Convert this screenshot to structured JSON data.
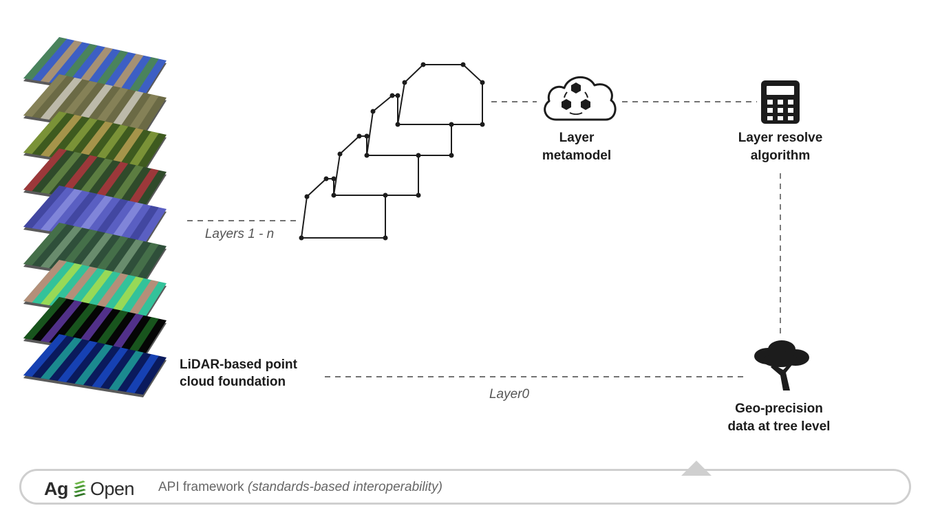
{
  "labels": {
    "layers": "Layers 1 - n",
    "lidar_line1": "LiDAR-based point",
    "lidar_line2": "cloud foundation",
    "layer0": "Layer0",
    "metamodel_line1": "Layer",
    "metamodel_line2": "metamodel",
    "algorithm_line1": "Layer resolve",
    "algorithm_line2": "algorithm",
    "geo_line1": "Geo-precision",
    "geo_line2": "data at tree level"
  },
  "footer": {
    "logo_ag": "Ag",
    "logo_open": "Open",
    "framework": "API framework ",
    "framework_note": "(standards-based interoperability)"
  },
  "layer_stack": [
    {
      "name": "world-map-layer",
      "colors": [
        "#3d5fc4",
        "#4f8f3a",
        "#c9a15a"
      ]
    },
    {
      "name": "aerial-photo-layer",
      "colors": [
        "#6b6a45",
        "#8d8a5e",
        "#d8d6cc"
      ]
    },
    {
      "name": "crop-rows-layer",
      "colors": [
        "#3e5a1f",
        "#8fa640",
        "#c9a85a"
      ]
    },
    {
      "name": "red-ndvi-layer",
      "colors": [
        "#2f4a2a",
        "#c23340",
        "#6c8f4a"
      ]
    },
    {
      "name": "blue-canopy-layer",
      "colors": [
        "#5a5fc2",
        "#3b3f96",
        "#8e92e0"
      ]
    },
    {
      "name": "field-grid-layer",
      "colors": [
        "#2f4f3a",
        "#4d7a4f",
        "#7da07f"
      ]
    },
    {
      "name": "zone-map-layer",
      "colors": [
        "#33c29a",
        "#e07d6e",
        "#b9e040"
      ]
    },
    {
      "name": "lidar-tree-layer",
      "colors": [
        "#050505",
        "#1f6f25",
        "#6b3fb5"
      ]
    },
    {
      "name": "lidar-ground-layer",
      "colors": [
        "#0a1a5c",
        "#1b4fd0",
        "#21b0a0"
      ]
    }
  ],
  "colors": {
    "line": "#1c1c1c",
    "dash": "#444444",
    "footer_border": "#cfcfcf",
    "logo_green": "#3e8f2f"
  },
  "icons": {
    "metamodel": "cloud-cubes-icon",
    "algorithm": "calculator-icon",
    "tree": "tree-icon"
  }
}
